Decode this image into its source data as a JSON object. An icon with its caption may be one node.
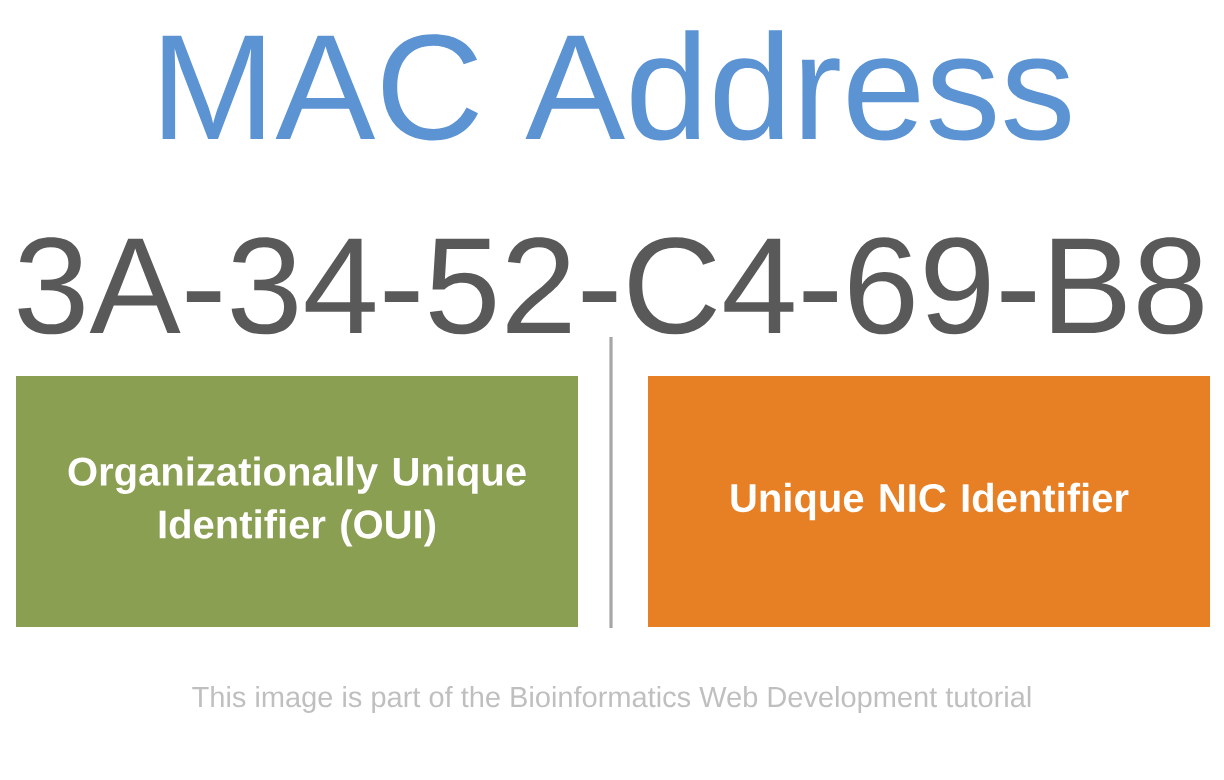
{
  "diagram": {
    "title": "MAC Address",
    "nodes": [
      {
        "text": [
          "Organizationally Unique Identifier (OUI)"
        ]
      },
      {
        "text": [
          "Unique NIC Identifier"
        ]
      }
    ],
    "labels": [
      "3A-34-52-C4-69-B8",
      "This image is part of the Bioinformatics Web Development tutorial"
    ]
  }
}
